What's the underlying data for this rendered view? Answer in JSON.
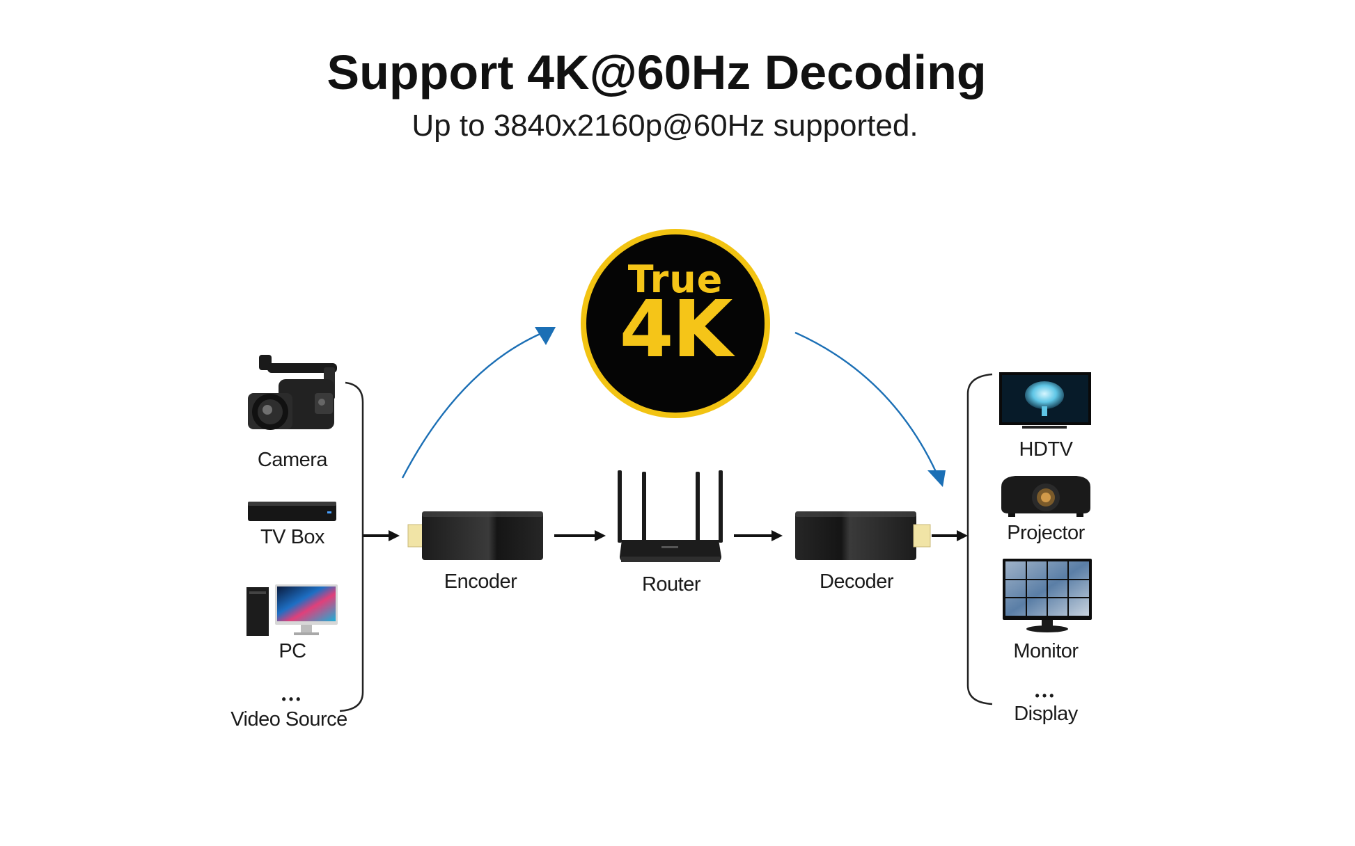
{
  "header": {
    "title": "Support 4K@60Hz Decoding",
    "subtitle": "Up to 3840x2160p@60Hz supported."
  },
  "badge": {
    "line1": "True",
    "line2": "4K",
    "ring_color": "#f2c312",
    "text_color": "#f5c518",
    "bg_color": "#050505"
  },
  "sources": {
    "items": [
      {
        "label": "Camera",
        "icon": "camera-icon"
      },
      {
        "label": "TV Box",
        "icon": "tv-box-icon"
      },
      {
        "label": "PC",
        "icon": "pc-icon"
      },
      {
        "label": "Video Source",
        "icon": "more-dots-icon"
      }
    ],
    "more_dots": "•••"
  },
  "chain": {
    "encoder": "Encoder",
    "router": "Router",
    "decoder": "Decoder"
  },
  "displays": {
    "items": [
      {
        "label": "HDTV",
        "icon": "hdtv-icon"
      },
      {
        "label": "Projector",
        "icon": "projector-icon"
      },
      {
        "label": "Monitor",
        "icon": "monitor-icon"
      },
      {
        "label": "Display",
        "icon": "more-dots-icon"
      }
    ],
    "more_dots": "•••"
  },
  "colors": {
    "flow_arrow": "#1b6fb5",
    "chain_arrow": "#111111",
    "connector_gold": "#f1e4a6"
  }
}
